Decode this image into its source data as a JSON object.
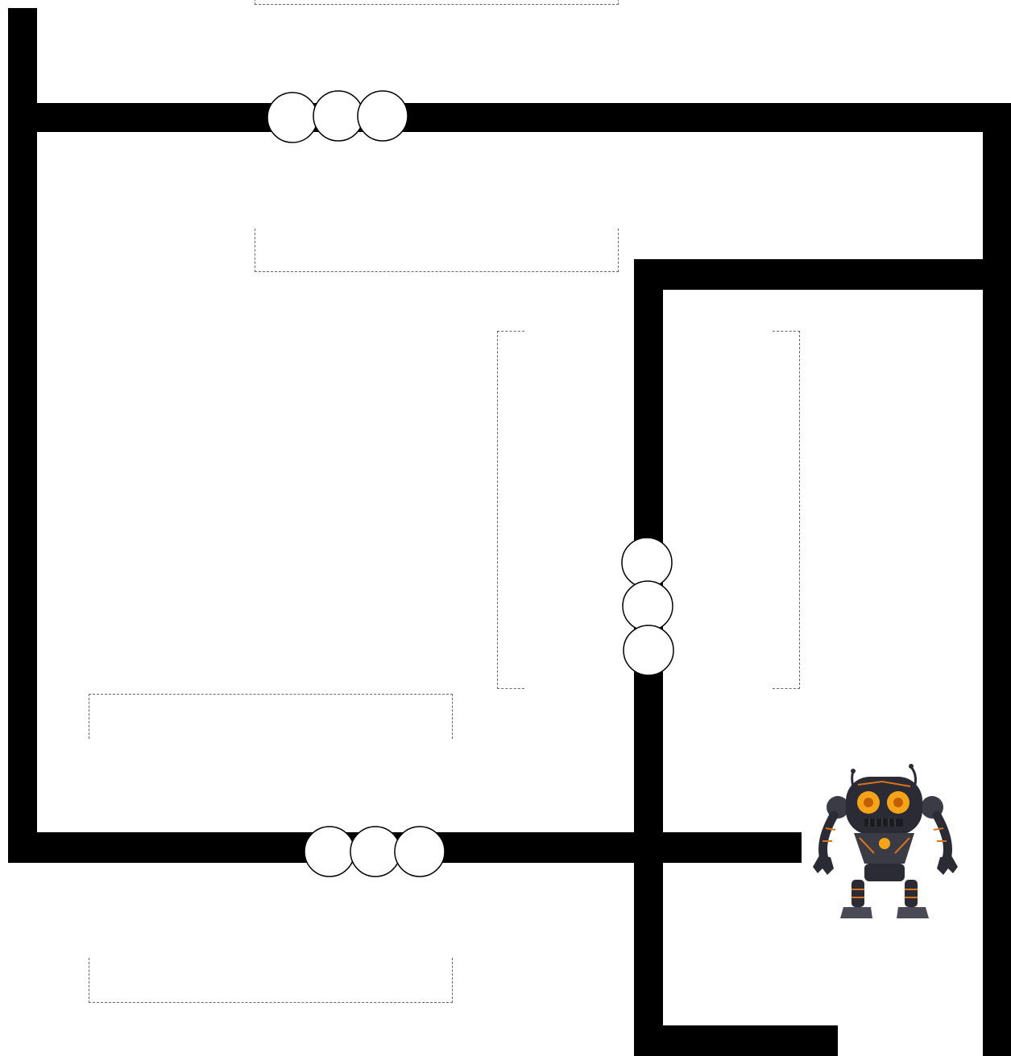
{
  "board": {
    "background": "#ffffff",
    "wall_color": "#000000",
    "gate_fill": "#ffffff",
    "slot_border_color": "#666666"
  },
  "gates": [
    {
      "name": "top-gate",
      "orientation": "horizontal",
      "beads": 3
    },
    {
      "name": "middle-gate",
      "orientation": "vertical",
      "beads": 3
    },
    {
      "name": "bottom-gate",
      "orientation": "horizontal",
      "beads": 3
    }
  ],
  "robot": {
    "icon": "robot-icon",
    "body_color": "#2b2b35",
    "eye_color": "#f5a41a",
    "accent_color": "#d9731b"
  }
}
